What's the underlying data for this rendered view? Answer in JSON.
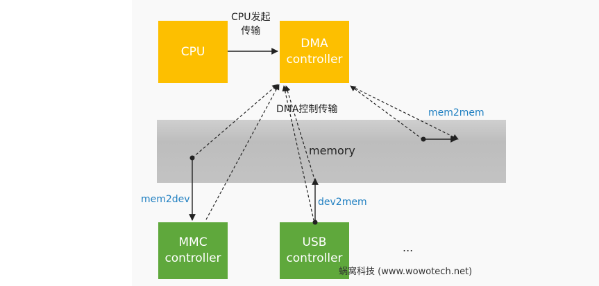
{
  "boxes": {
    "cpu": "CPU",
    "dma": "DMA\ncontroller",
    "mmc": "MMC\ncontroller",
    "usb": "USB\ncontroller"
  },
  "memory_label": "memory",
  "labels": {
    "cpu_start": "CPU发起\n传输",
    "dma_control": "DMA控制传输",
    "mem2mem": "mem2mem",
    "mem2dev": "mem2dev",
    "dev2mem": "dev2mem",
    "ellipsis": "..."
  },
  "watermark": "蜗窝科技 (www.wowotech.net)",
  "colors": {
    "processor_box": "#fdbf00",
    "device_box": "#5fa83c",
    "memory_band": "#c3c3c3",
    "transfer_label": "#1f7fc1"
  }
}
